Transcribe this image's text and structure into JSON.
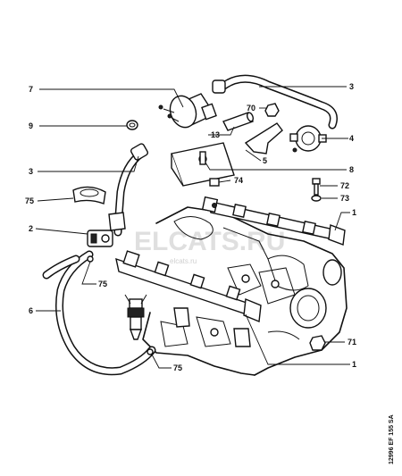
{
  "callouts": {
    "c7": "7",
    "c3_top": "3",
    "c70": "70",
    "c9": "9",
    "c13": "13",
    "c4": "4",
    "c5": "5",
    "c3_left": "3",
    "c8": "8",
    "c74": "74",
    "c72": "72",
    "c75_top": "75",
    "c73": "73",
    "c1_right": "1",
    "c2": "2",
    "c75_mid": "75",
    "c6": "6",
    "c71": "71",
    "c75_bottom": "75",
    "c1_bottom": "1"
  },
  "watermark": {
    "main": "ELCATS.RU",
    "sub": "elcats.ru"
  },
  "reference_code": "12996 EF 155 SA"
}
